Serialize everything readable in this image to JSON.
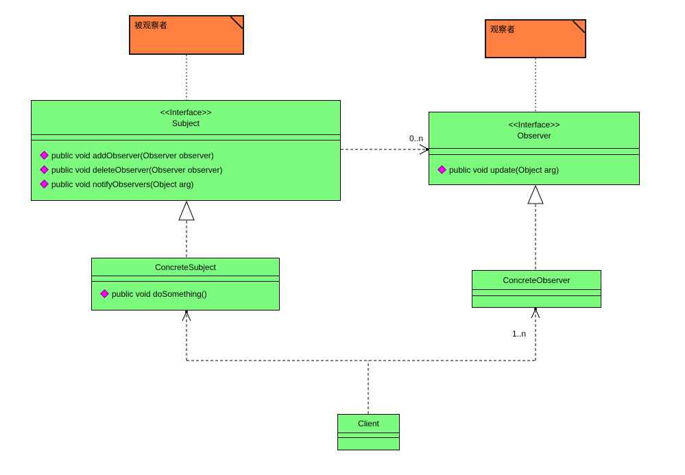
{
  "diagram": {
    "notes": {
      "subject_note": {
        "text": "被观察者"
      },
      "observer_note": {
        "text": "观察者"
      }
    },
    "classes": {
      "subject": {
        "stereotype": "<<Interface>>",
        "name": "Subject",
        "methods": [
          "public void addObserver(Observer observer)",
          "public void deleteObserver(Observer observer)",
          "public void notifyObservers(Object arg)"
        ]
      },
      "observer": {
        "stereotype": "<<Interface>>",
        "name": "Observer",
        "methods": [
          "public void update(Object arg)"
        ]
      },
      "concrete_subject": {
        "name": "ConcreteSubject",
        "methods": [
          "public void doSomething()"
        ]
      },
      "concrete_observer": {
        "name": "ConcreteObserver",
        "methods": []
      },
      "client": {
        "name": "Client",
        "methods": []
      }
    },
    "edge_labels": {
      "subject_to_observer_multiplicity": "0..n",
      "client_to_concrete_observer_multiplicity": "1..n"
    },
    "colors": {
      "class_fill": "#7dfb7e",
      "note_fill": "#ff8040",
      "line": "#000000",
      "method_icon": "#ff00ff",
      "background": "#ffffff"
    }
  }
}
